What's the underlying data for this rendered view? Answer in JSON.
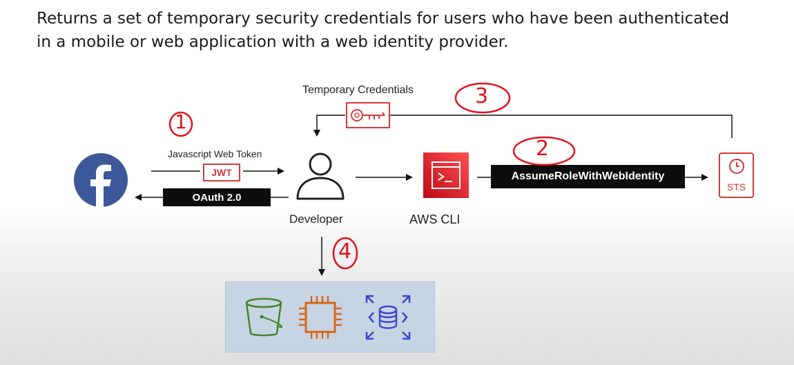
{
  "description": {
    "line1": "Returns a set of temporary security credentials for users who have been authenticated",
    "line2": "in a mobile or web application with a web identity provider."
  },
  "diagram": {
    "temporary_credentials_label": "Temporary Credentials",
    "jwt_caption": "Javascript Web Token",
    "jwt_badge": "JWT",
    "oauth_label": "OAuth 2.0",
    "developer_label": "Developer",
    "aws_cli_label": "AWS CLI",
    "assume_role_label": "AssumeRoleWithWebIdentity",
    "sts_label": "STS",
    "annotations": [
      "1",
      "2",
      "3",
      "4"
    ]
  },
  "icons": {
    "identity_provider": "facebook-icon",
    "key": "key-icon",
    "user": "user-icon",
    "terminal": "terminal-icon",
    "sts": "sts-icon",
    "bucket": "s3-bucket-icon",
    "chip": "ec2-chip-icon",
    "database": "dynamodb-icon"
  },
  "colors": {
    "facebook_blue": "#3b5998",
    "aws_red": "#d13a3a",
    "annotation_red": "#e3131b",
    "s3_green": "#3f8624",
    "ec2_orange": "#d86613",
    "db_blue": "#3b48cc"
  }
}
